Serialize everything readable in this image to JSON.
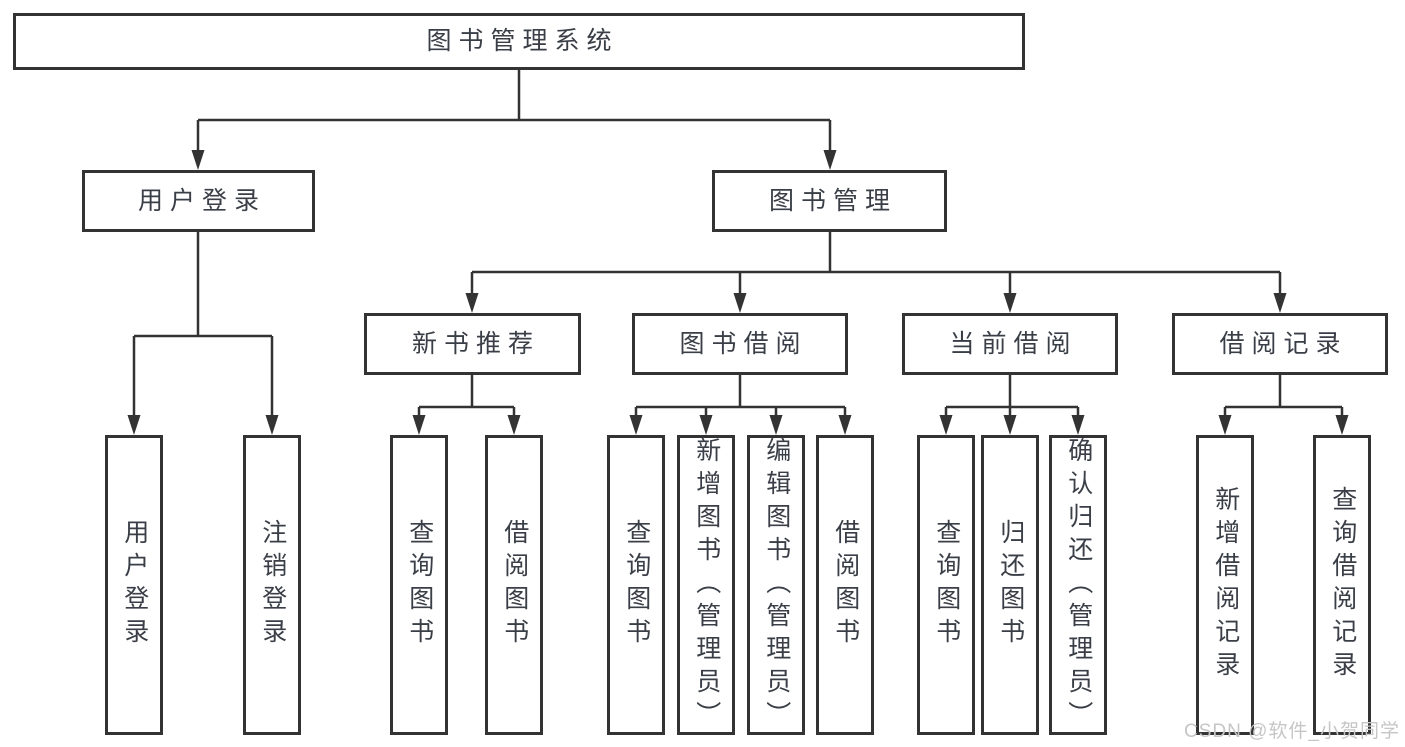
{
  "colors": {
    "line": "#333333",
    "box_border": "#333333",
    "text": "#3a3f47",
    "watermark": "#c6c6c6",
    "background": "#ffffff"
  },
  "tree": {
    "root": {
      "label": "图书管理系统"
    },
    "branches": [
      {
        "label": "用户登录",
        "children": [
          {
            "label": "用户登录"
          },
          {
            "label": "注销登录"
          }
        ]
      },
      {
        "label": "图书管理",
        "children": [
          {
            "label": "新书推荐",
            "children": [
              {
                "label": "查询图书"
              },
              {
                "label": "借阅图书"
              }
            ]
          },
          {
            "label": "图书借阅",
            "children": [
              {
                "label": "查询图书"
              },
              {
                "label": "新增图书（管理员）"
              },
              {
                "label": "编辑图书（管理员）"
              },
              {
                "label": "借阅图书"
              }
            ]
          },
          {
            "label": "当前借阅",
            "children": [
              {
                "label": "查询图书"
              },
              {
                "label": "归还图书"
              },
              {
                "label": "确认归还（管理员）"
              }
            ]
          },
          {
            "label": "借阅记录",
            "children": [
              {
                "label": "新增借阅记录"
              },
              {
                "label": "查询借阅记录"
              }
            ]
          }
        ]
      }
    ]
  },
  "watermark": {
    "text": "CSDN @软件_小贺同学"
  }
}
